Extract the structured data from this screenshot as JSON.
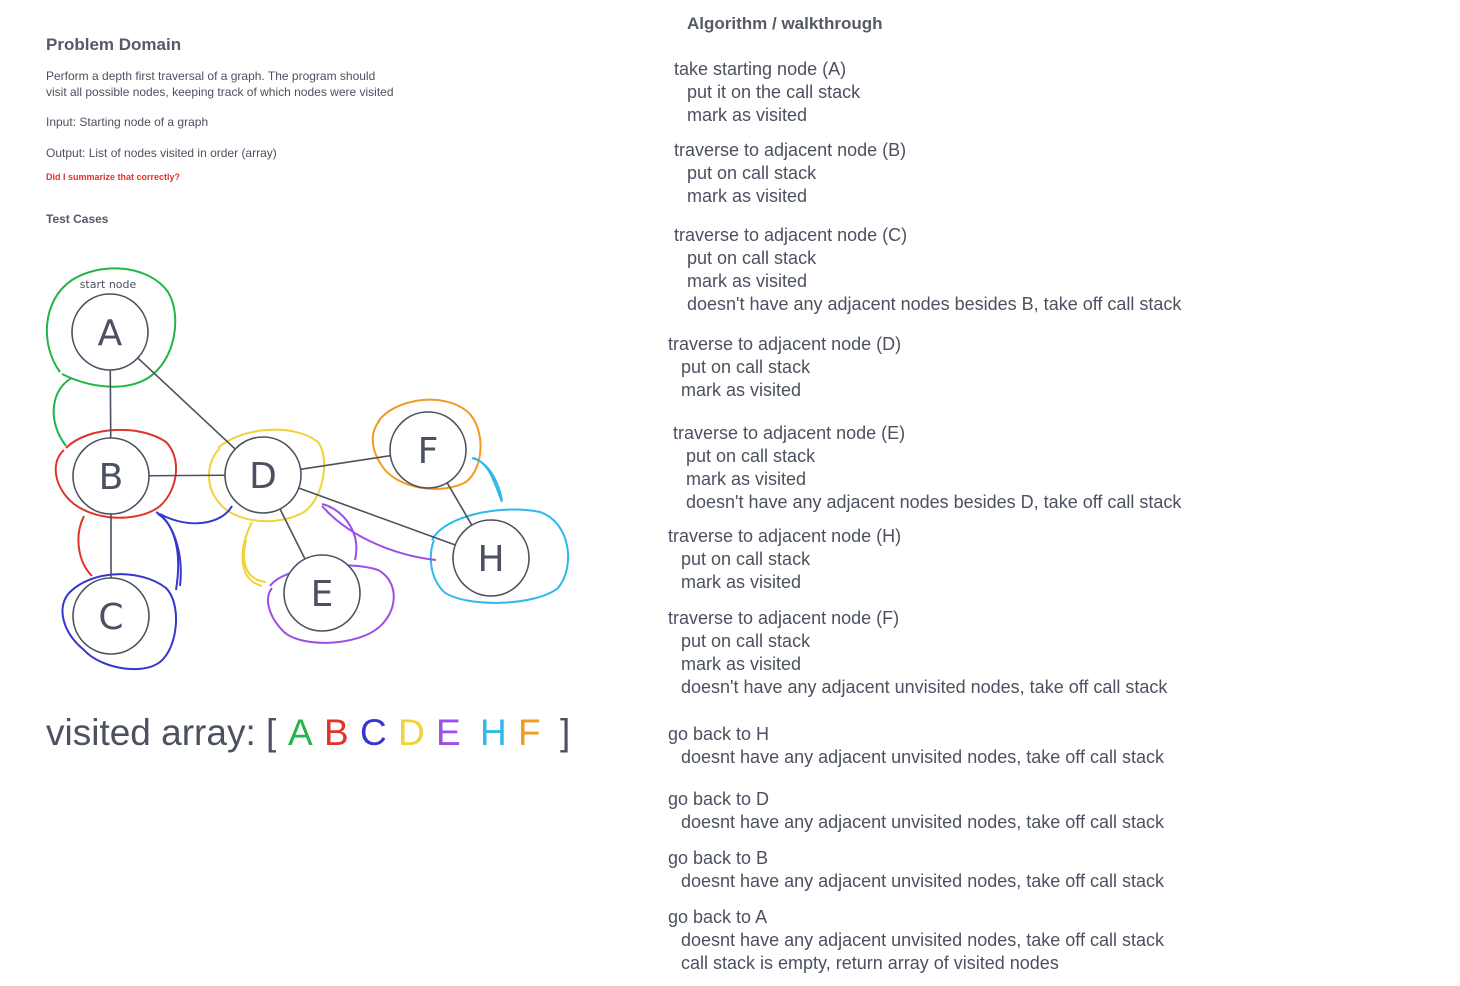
{
  "problem": {
    "title": "Problem Domain",
    "description_lines": [
      "Perform a depth first traversal of a graph. The program should",
      "visit all possible nodes, keeping track of which nodes were visited"
    ],
    "input": "Input: Starting node of a graph",
    "output": "Output: List of nodes visited in order (array)",
    "question": "Did I summarize that correctly?",
    "test_cases_title": "Test Cases"
  },
  "graph": {
    "start_label": "start node",
    "nodes": [
      "A",
      "B",
      "C",
      "D",
      "E",
      "F",
      "H"
    ],
    "edges": [
      [
        "A",
        "B"
      ],
      [
        "A",
        "D"
      ],
      [
        "B",
        "C"
      ],
      [
        "B",
        "D"
      ],
      [
        "D",
        "F"
      ],
      [
        "D",
        "E"
      ],
      [
        "D",
        "H"
      ],
      [
        "F",
        "H"
      ]
    ],
    "node_visit_colors": {
      "A": "#22b54a",
      "B": "#e0342a",
      "C": "#3436d0",
      "D": "#f0d23a",
      "E": "#9b4fe6",
      "F": "#f39a22",
      "H": "#2fb8ec"
    },
    "edge_color": "#4b5160",
    "node_stroke_color": "#4b5160"
  },
  "visited": {
    "label": "visited array: [",
    "closing": "]",
    "items": [
      {
        "letter": "A",
        "color": "#22b54a"
      },
      {
        "letter": "B",
        "color": "#e0342a"
      },
      {
        "letter": "C",
        "color": "#3436d0"
      },
      {
        "letter": "D",
        "color": "#f0d23a"
      },
      {
        "letter": "E",
        "color": "#9b4fe6"
      },
      {
        "letter": "H",
        "color": "#2fb8ec"
      },
      {
        "letter": "F",
        "color": "#f39a22"
      }
    ]
  },
  "algorithm": {
    "title": "Algorithm / walkthrough",
    "steps": [
      [
        "take starting node (A)",
        "  put it on the call stack",
        "  mark as visited"
      ],
      [
        "traverse to adjacent node (B)",
        "  put on call stack",
        "  mark as visited"
      ],
      [
        "traverse to adjacent node (C)",
        "  put on call stack",
        "  mark as visited",
        "  doesn't have any adjacent nodes besides B, take off call stack"
      ],
      [
        "traverse to adjacent node (D)",
        "  put on call stack",
        "  mark as visited"
      ],
      [
        "traverse to adjacent node (E)",
        "  put on call stack",
        "  mark as visited",
        "  doesn't have any adjacent nodes besides D, take off call stack"
      ],
      [
        "traverse to adjacent node (H)",
        "  put on call stack",
        "  mark as visited"
      ],
      [
        "traverse to adjacent node (F)",
        "  put on call stack",
        "  mark as visited",
        "  doesn't have any adjacent unvisited nodes, take off call stack"
      ],
      [
        "go back to H",
        "  doesnt have any adjacent unvisited nodes, take off call stack"
      ],
      [
        "go back to D",
        "  doesnt have any adjacent unvisited nodes, take off call stack"
      ],
      [
        "go back to B",
        "  doesnt have any adjacent unvisited nodes, take off call stack"
      ],
      [
        "go back to A",
        "  doesnt have any adjacent unvisited nodes, take off call stack",
        "  call stack is empty, return array of visited nodes"
      ]
    ]
  }
}
